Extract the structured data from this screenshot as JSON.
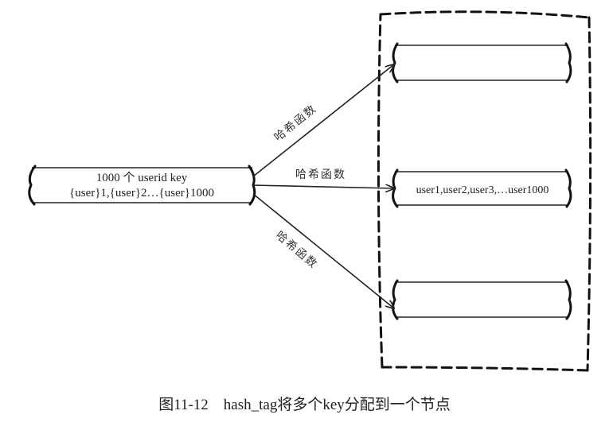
{
  "source_box": {
    "line1": "1000 个 userid key",
    "line2": "{user}1,{user}2…{user}1000"
  },
  "arrows": {
    "top_label": "哈希函数",
    "middle_label": "哈希函数",
    "bottom_label": "哈希函数"
  },
  "nodes": {
    "top": "",
    "middle": "user1,user2,user3,…user1000",
    "bottom": ""
  },
  "caption": "图11-12　hash_tag将多个key分配到一个节点",
  "colors": {
    "ink": "#222222",
    "background": "#ffffff"
  }
}
